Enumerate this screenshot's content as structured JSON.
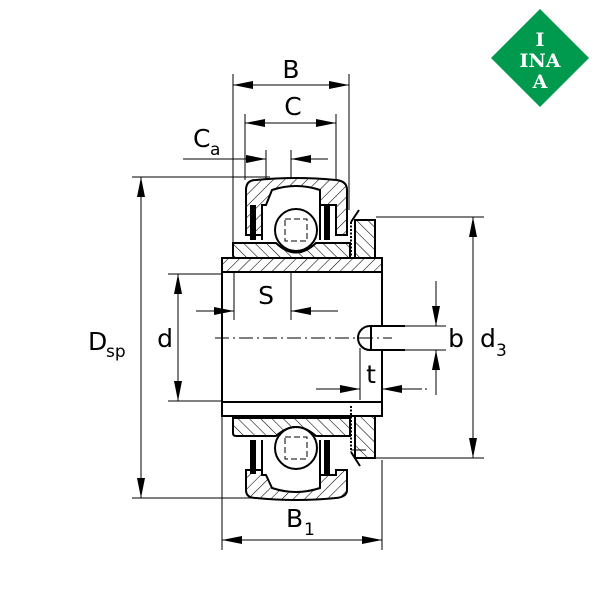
{
  "drawing": {
    "title": "INA insert bearing with eccentric locking collar - dimension drawing",
    "brand": {
      "name": "INA",
      "letters": [
        "I",
        "N",
        "A"
      ],
      "color": "#009a4e",
      "text_color": "#ffffff"
    },
    "dimension_labels": {
      "B": "B",
      "C": "C",
      "Ca_main": "C",
      "Ca_sub": "a",
      "S": "S",
      "Dsp_main": "D",
      "Dsp_sub": "sp",
      "d": "d",
      "b": "b",
      "d3_main": "d",
      "d3_sub": "3",
      "t": "t",
      "B1_main": "B",
      "B1_sub": "1"
    },
    "colors": {
      "line": "#000000",
      "background": "#ffffff"
    }
  }
}
